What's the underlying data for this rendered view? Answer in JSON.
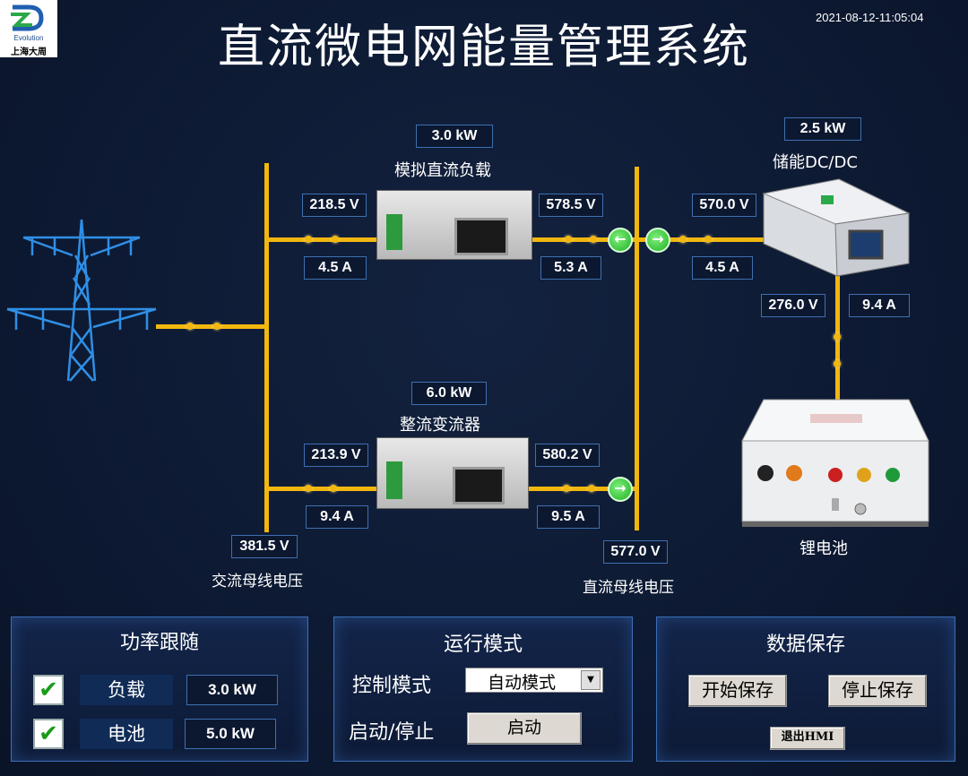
{
  "header": {
    "logo_brand": "Evolution",
    "logo_cn": "上海大周",
    "title": "直流微电网能量管理系统",
    "datetime": "2021-08-12-11:05:04"
  },
  "load": {
    "name": "模拟直流负载",
    "power": "3.0 kW",
    "in_voltage": "218.5 V",
    "in_current": "4.5 A",
    "out_voltage": "578.5 V",
    "out_current": "5.3 A"
  },
  "rectifier": {
    "name": "整流变流器",
    "power": "6.0 kW",
    "in_voltage": "213.9 V",
    "in_current": "9.4 A",
    "out_voltage": "580.2 V",
    "out_current": "9.5 A"
  },
  "dcdc": {
    "name": "储能DC/DC",
    "power": "2.5 kW",
    "in_voltage": "570.0 V",
    "in_current": "4.5 A",
    "batt_voltage": "276.0 V",
    "batt_current": "9.4 A"
  },
  "battery": {
    "name": "锂电池"
  },
  "ac_bus": {
    "voltage": "381.5 V",
    "label": "交流母线电压"
  },
  "dc_bus": {
    "voltage": "577.0 V",
    "label": "直流母线电压"
  },
  "power_follow": {
    "title": "功率跟随",
    "rows": [
      {
        "label": "负载",
        "value": "3.0 kW",
        "checked": true
      },
      {
        "label": "电池",
        "value": "5.0 kW",
        "checked": true
      }
    ]
  },
  "run_mode": {
    "title": "运行模式",
    "control_label": "控制模式",
    "control_value": "自动模式",
    "startstop_label": "启动/停止",
    "start_button": "启动"
  },
  "data_save": {
    "title": "数据保存",
    "start_button": "开始保存",
    "stop_button": "停止保存",
    "exit_button": "退出HMI"
  },
  "icons": {
    "check": "check-icon",
    "arrow_left": "arrow-left-icon",
    "arrow_right": "arrow-right-icon",
    "dropdown": "dropdown-icon"
  },
  "colors": {
    "wire": "#f2b70f",
    "background": "#0e1a33",
    "panel_border": "#3a6fb8",
    "arrow": "#20b020"
  }
}
